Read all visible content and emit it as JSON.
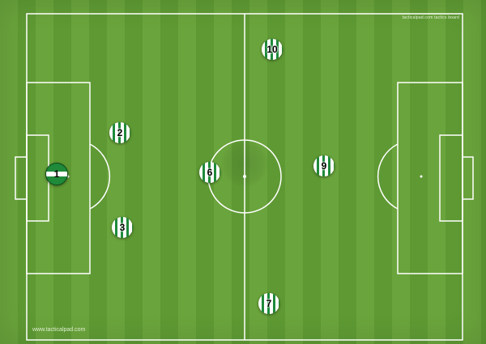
{
  "header": {
    "text": "tacticalpad.com tactics board"
  },
  "footer": {
    "watermark": "www.tacticalpad.com"
  },
  "colors": {
    "grass_light": "#6aa43c",
    "grass_dark": "#5e9933",
    "line": "#ffffff",
    "kit_green": "#1e8a3a",
    "kit_white": "#ffffff"
  },
  "players": [
    {
      "number": "1",
      "role": "goalkeeper"
    },
    {
      "number": "2",
      "role": "outfield"
    },
    {
      "number": "3",
      "role": "outfield"
    },
    {
      "number": "6",
      "role": "outfield"
    },
    {
      "number": "9",
      "role": "outfield"
    },
    {
      "number": "10",
      "role": "outfield"
    },
    {
      "number": "7",
      "role": "outfield"
    }
  ]
}
